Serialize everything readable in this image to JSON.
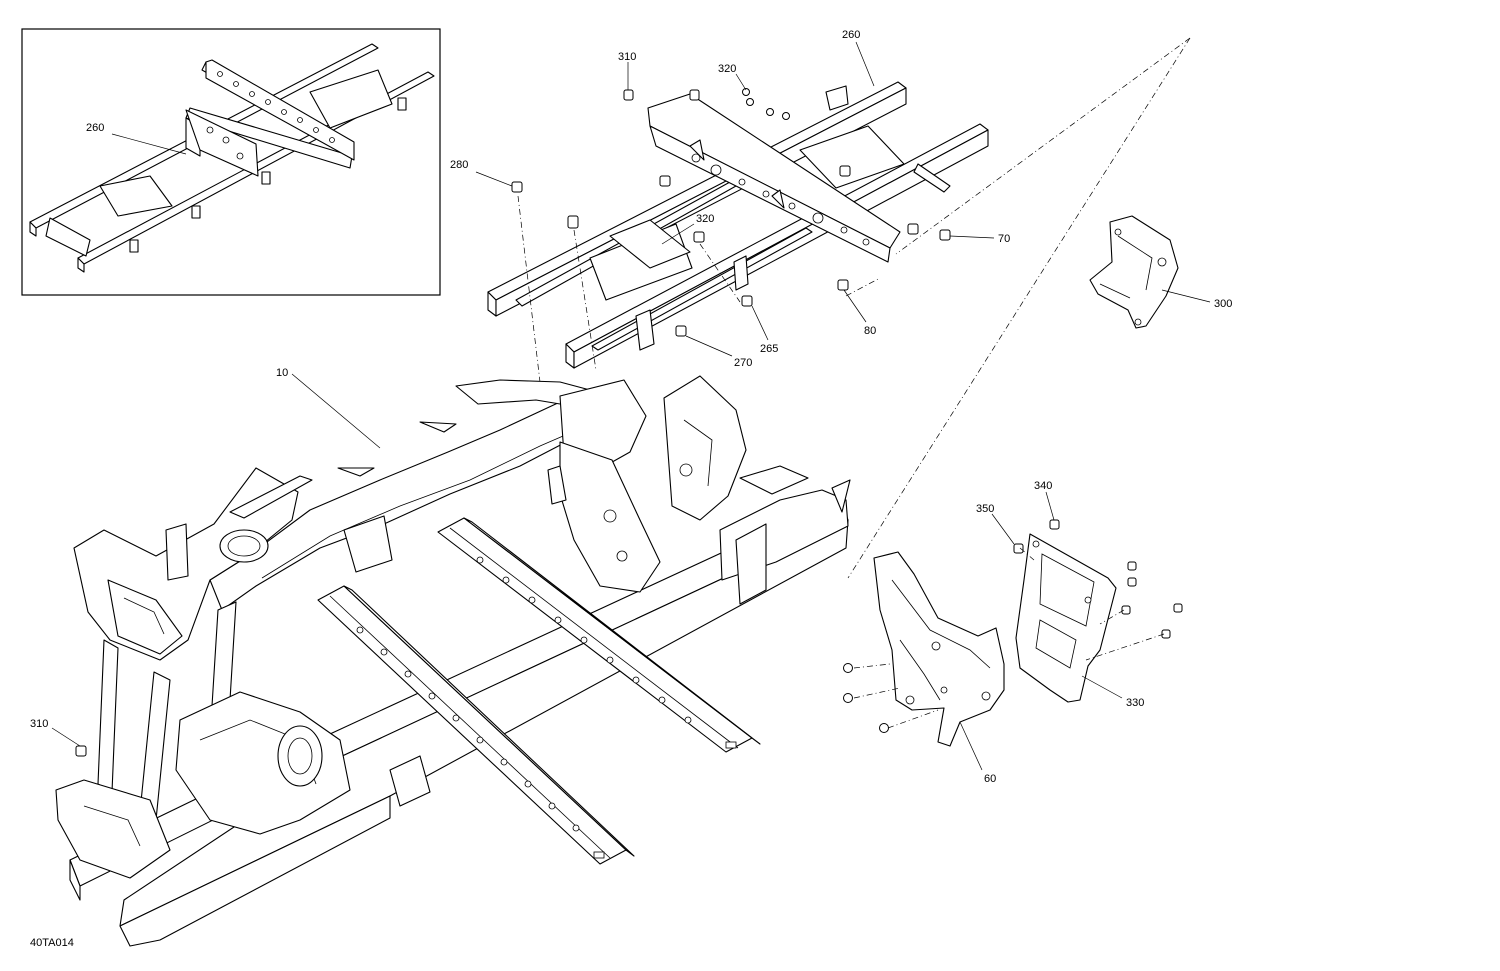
{
  "diagram_code": "40TA014",
  "labels": {
    "inset_260": "260",
    "sub_260": "260",
    "c310_top": "310",
    "c320_top": "320",
    "c280": "280",
    "c320_mid": "320",
    "c70": "70",
    "c80": "80",
    "c265": "265",
    "c270": "270",
    "c300": "300",
    "c10": "10",
    "c340": "340",
    "c350": "350",
    "c330": "330",
    "c60": "60",
    "c310_bottom": "310"
  }
}
